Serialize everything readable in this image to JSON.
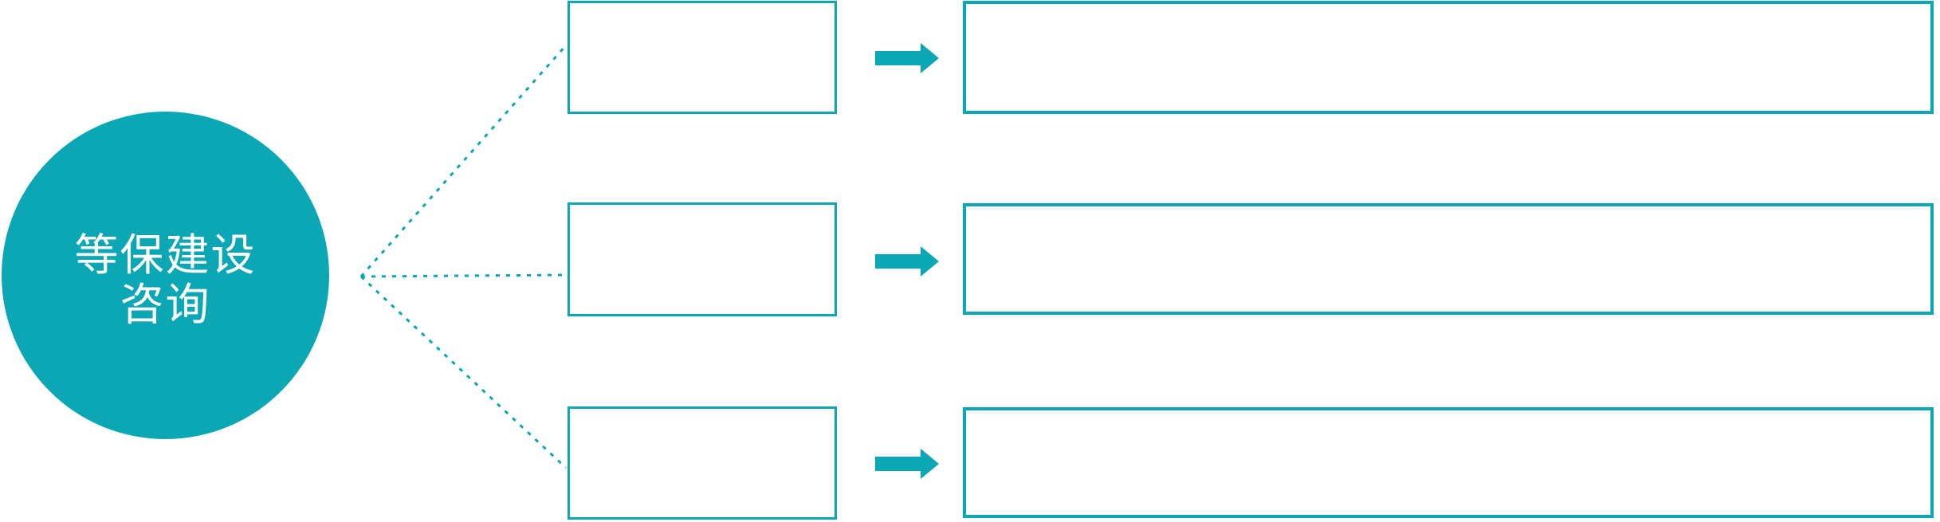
{
  "colors": {
    "accent": "#0BA7B4",
    "hub_text": "#FFFFFF",
    "background": "#FFFFFF"
  },
  "diagram": {
    "hub": {
      "label_line1": "等保建设",
      "label_line2": "咨询"
    },
    "rows": [
      {
        "small_box_text": "",
        "big_box_text": ""
      },
      {
        "small_box_text": "",
        "big_box_text": ""
      },
      {
        "small_box_text": "",
        "big_box_text": ""
      }
    ],
    "icons": {
      "row_connector": "arrow-right-icon",
      "hub_connectors": "dotted-line"
    }
  }
}
